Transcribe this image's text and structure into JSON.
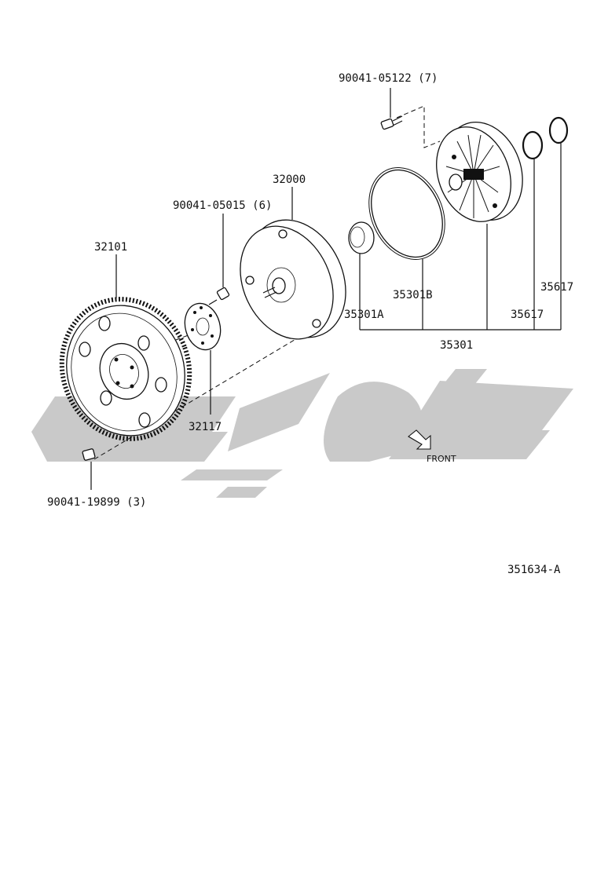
{
  "diagram": {
    "figure_id": "351634-A",
    "front_label": "FRONT",
    "parts": [
      {
        "key": "p90041_05122",
        "label": "90041-05122 (7)"
      },
      {
        "key": "p32000",
        "label": "32000"
      },
      {
        "key": "p90041_05015",
        "label": "90041-05015 (6)"
      },
      {
        "key": "p32101",
        "label": "32101"
      },
      {
        "key": "p35301B",
        "label": "35301B"
      },
      {
        "key": "p35617_upper",
        "label": "35617"
      },
      {
        "key": "p35301A",
        "label": "35301A"
      },
      {
        "key": "p35617_lower",
        "label": "35617"
      },
      {
        "key": "p35301",
        "label": "35301"
      },
      {
        "key": "p32117",
        "label": "32117"
      },
      {
        "key": "p90041_19899",
        "label": "90041-19899 (3)"
      }
    ]
  }
}
